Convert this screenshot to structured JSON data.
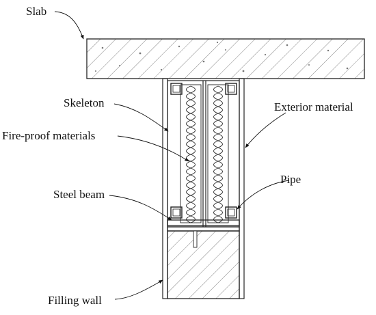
{
  "labels": {
    "slab": "Slab",
    "skeleton": "Skeleton",
    "fireproof": "Fire-proof materials",
    "steel_beam": "Steel beam",
    "filling_wall": "Filling wall",
    "exterior": "Exterior material",
    "pipe": "Pipe"
  },
  "colors": {
    "line": "#222222",
    "hatch": "#555555"
  }
}
